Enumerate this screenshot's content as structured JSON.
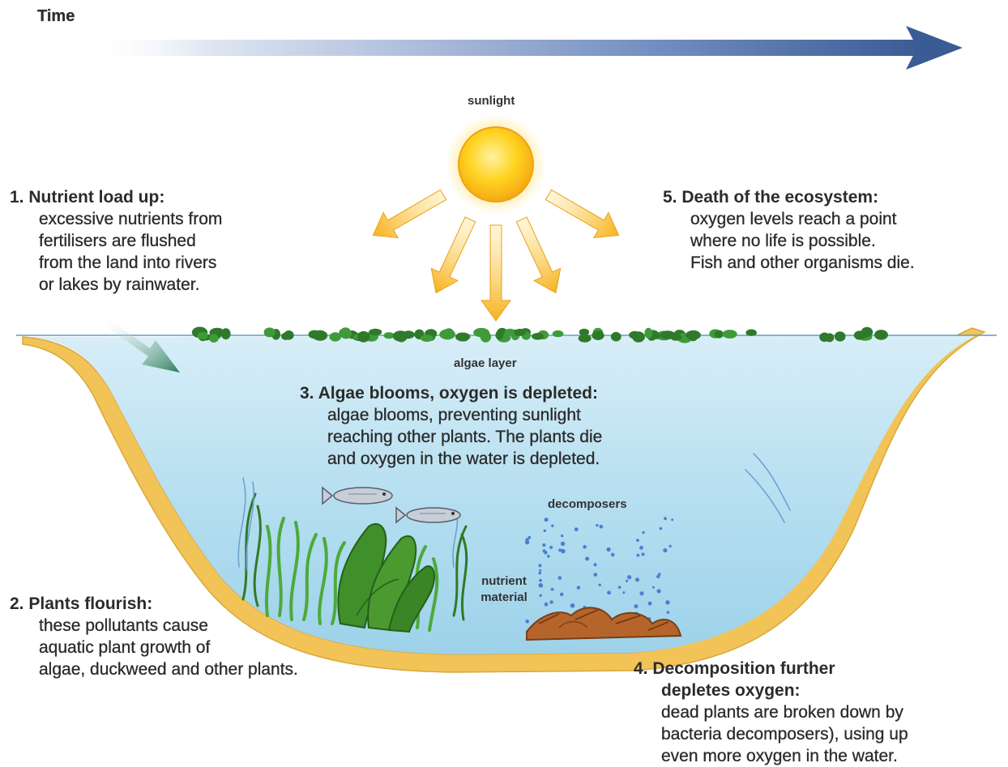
{
  "time_label": "Time",
  "sun_label": "sunlight",
  "algae_label": "algae layer",
  "decomposers_label": "decomposers",
  "nutrient_label": [
    "nutrient",
    "material"
  ],
  "steps": [
    {
      "lines": [
        "1. Nutrient load up:",
        "excessive nutrients from",
        "fertilisers are flushed",
        "from the land into rivers",
        "or lakes by rainwater."
      ]
    },
    {
      "lines": [
        "2. Plants flourish:",
        "these pollutants cause",
        "aquatic plant growth of",
        "algae, duckweed and other plants."
      ]
    },
    {
      "lines": [
        "3. Algae blooms, oxygen is depleted:",
        "algae blooms, preventing sunlight",
        "reaching other plants. The plants die",
        "and oxygen in the water is depleted."
      ]
    },
    {
      "lines": [
        "4. Decomposition further",
        "depletes oxygen:",
        "dead plants are broken down by",
        "bacteria decomposers), using up",
        "even more oxygen in the water."
      ]
    },
    {
      "lines": [
        "5. Death of the ecosystem:",
        "oxygen levels reach a point",
        "where no life is possible.",
        "Fish and other organisms die."
      ]
    }
  ],
  "colors": {
    "arrow": "#3a5b94",
    "sun": "#ffd21f",
    "sun_rays": "#f6b21c",
    "water": "#bfe3f2",
    "bank": "#f2c357",
    "algae": "#3f9b3a",
    "plants": "#3f8f2a",
    "decomposers": "#4a7fd0",
    "debris": "#b5652b"
  },
  "icons": [
    "time-arrow",
    "sun",
    "sun-ray",
    "pond",
    "algae-blob",
    "fish",
    "seaweed",
    "decomposer-dot",
    "dead-plant-debris",
    "runoff-arrow"
  ]
}
